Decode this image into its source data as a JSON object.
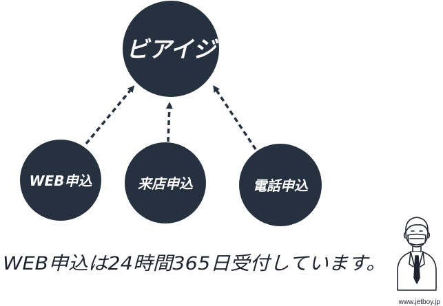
{
  "colors": {
    "node_fill": "#263140",
    "node_text": "#ffffff",
    "arrow": "#263140",
    "caption_text": "#1f2430"
  },
  "diagram": {
    "center_node": {
      "label": "ビアイジ"
    },
    "source_nodes": [
      {
        "label": "WEB申込"
      },
      {
        "label": "来店申込"
      },
      {
        "label": "電話申込"
      }
    ]
  },
  "caption": {
    "text": "WEB申込は24時間365日受付しています。"
  },
  "illustration": {
    "icon": "masked-staff-person-icon"
  },
  "footer": {
    "url": "www.jetboy.jp"
  }
}
